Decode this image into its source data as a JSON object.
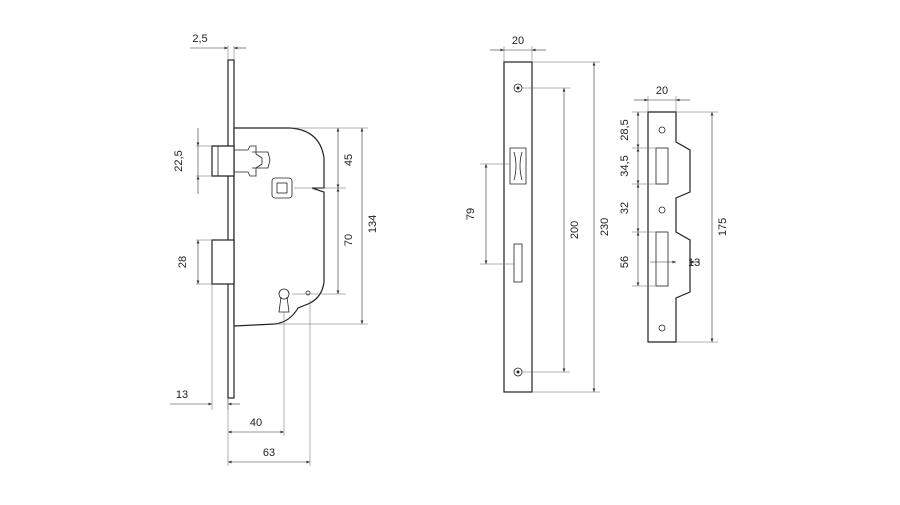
{
  "colors": {
    "line": "#222222",
    "dimension": "#333333",
    "background": "#ffffff"
  },
  "lock_body": {
    "dims": {
      "faceplate_thickness": "2,5",
      "latch_height": "22,5",
      "latch_to_follower": "45",
      "follower_to_keyhole": "70",
      "case_height": "134",
      "bolt_height": "28",
      "faceplate_offset": "13",
      "backset_keyhole": "40",
      "backset": "63"
    }
  },
  "faceplate": {
    "dims": {
      "width": "20",
      "latch_to_bolt": "79",
      "screw_spacing": "200",
      "length": "230"
    }
  },
  "strike_plate": {
    "dims": {
      "width": "20",
      "top_offset": "28,5",
      "latch_opening": "34,5",
      "gap": "32",
      "bolt_opening": "56",
      "lip": "13",
      "length": "175"
    }
  }
}
